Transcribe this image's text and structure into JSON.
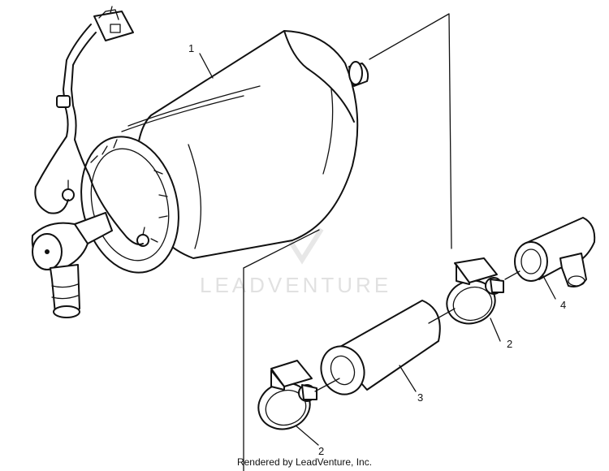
{
  "callouts": {
    "label_1": "1",
    "label_2_upper": "2",
    "label_3": "3",
    "label_4": "4",
    "label_2_lower": "2"
  },
  "watermark": "LEADVENTURE",
  "footer": "Rendered by LeadVenture, Inc."
}
